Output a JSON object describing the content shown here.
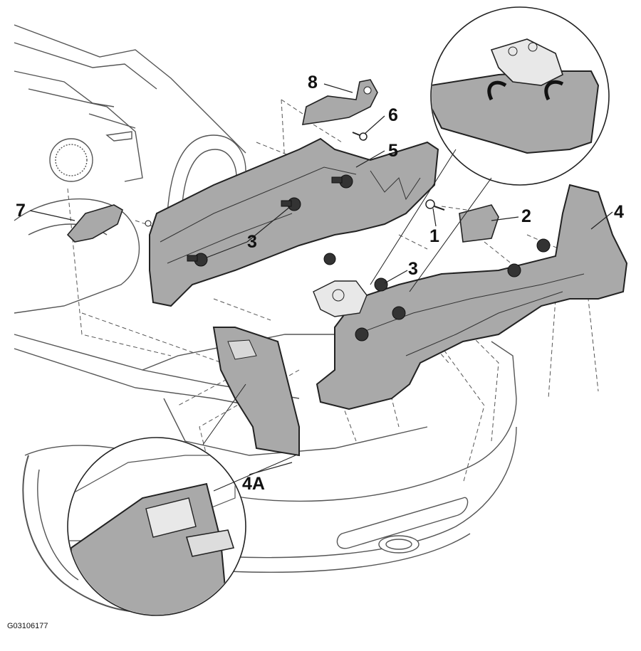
{
  "figure_id": "G03106177",
  "callouts": {
    "c1": "1",
    "c2": "2",
    "c3a": "3",
    "c3b": "3",
    "c4": "4",
    "c4a": "4A",
    "c5": "5",
    "c6": "6",
    "c7": "7",
    "c8": "8"
  },
  "colors": {
    "part_fill": "#a9a9a9",
    "part_fill_dark": "#8e8e8e",
    "outline": "#222222",
    "car_line": "#555555",
    "background": "#ffffff"
  }
}
